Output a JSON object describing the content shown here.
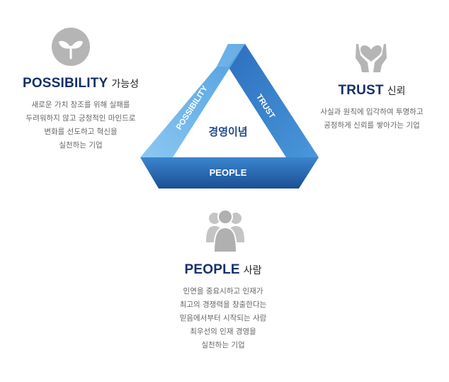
{
  "center_label": "경영이념",
  "sides": {
    "left": "POSSIBILITY",
    "right": "TRUST",
    "bottom": "PEOPLE"
  },
  "possibility": {
    "title_en": "POSSIBILITY",
    "title_ko": "가능성",
    "lines": [
      "새로운 가치 창조를 위해 실패를",
      "두려워하지 않고 긍정적인 마인드로",
      "변화를 선도하고 혁신을",
      "실천하는 기업"
    ]
  },
  "trust": {
    "title_en": "TRUST",
    "title_ko": "신뢰",
    "lines": [
      "사실과 원칙에 입각하여 투명하고",
      "공정하게 신뢰를 쌓아가는 기업"
    ]
  },
  "people": {
    "title_en": "PEOPLE",
    "title_ko": "사람",
    "lines": [
      "인연을 중요시하고 인재가",
      "최고의 경쟁력을 창출한다는",
      "믿음에서부터 시작되는 사람",
      "최우선의 인재 경영을",
      "실천하는 기업"
    ]
  },
  "colors": {
    "title": "#15306a",
    "icon_gray": "#b5b5b5",
    "triangle_light": "#6fb4e8",
    "triangle_mid": "#3f8fd6",
    "triangle_dark": "#1f5da6",
    "center_text": "#1f4a8c"
  },
  "icons": {
    "possibility": "sprout-icon",
    "trust": "hands-heart-icon",
    "people": "people-group-icon"
  }
}
